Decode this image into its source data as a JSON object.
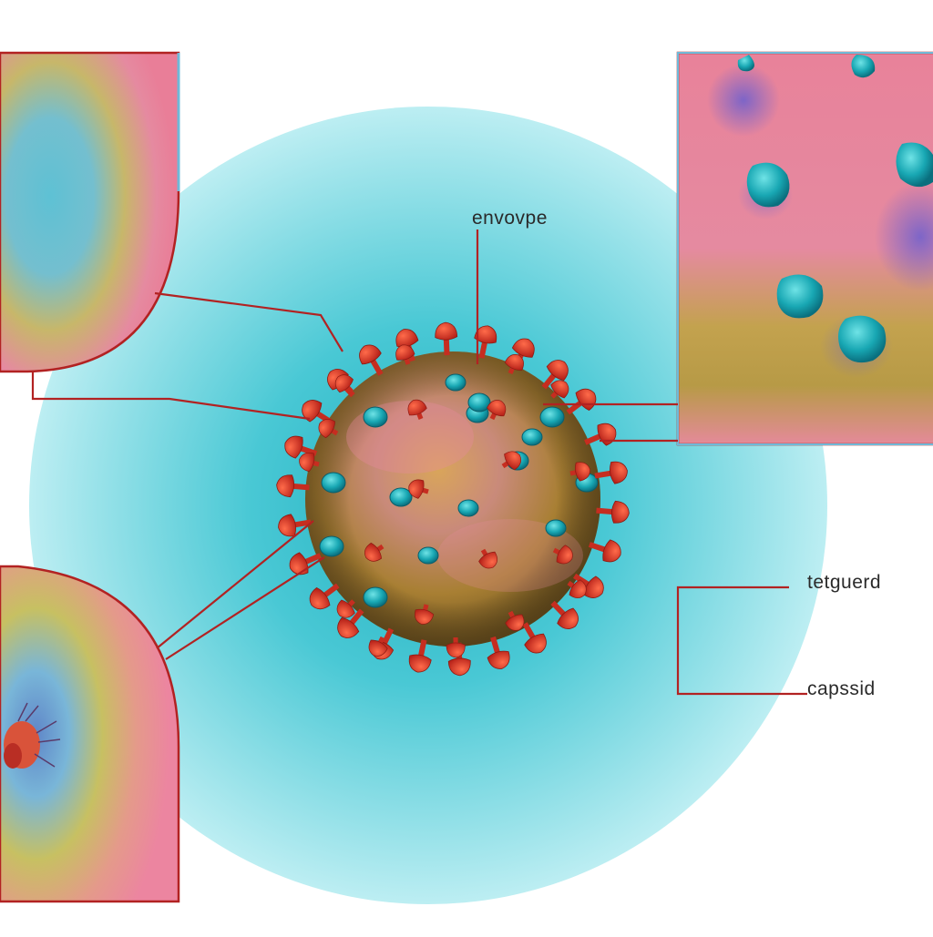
{
  "labels": {
    "envelope": "envovpe",
    "tetguerd": "tetguerd",
    "capsid": "capssid"
  },
  "colors": {
    "background": "#ffffff",
    "halo": "#36c6d3",
    "virion_body": "#b08a3a",
    "spike": "#d93a2a",
    "receptor": "#1fa0a8",
    "leader_line": "#b22222",
    "panel_pink": "#e88aa0",
    "panel_yellow": "#c9b450",
    "panel_blue": "#6fb9d8"
  },
  "icons": {
    "virion": "virus-particle",
    "spike": "spike-protein",
    "receptor": "receptor-knob"
  }
}
